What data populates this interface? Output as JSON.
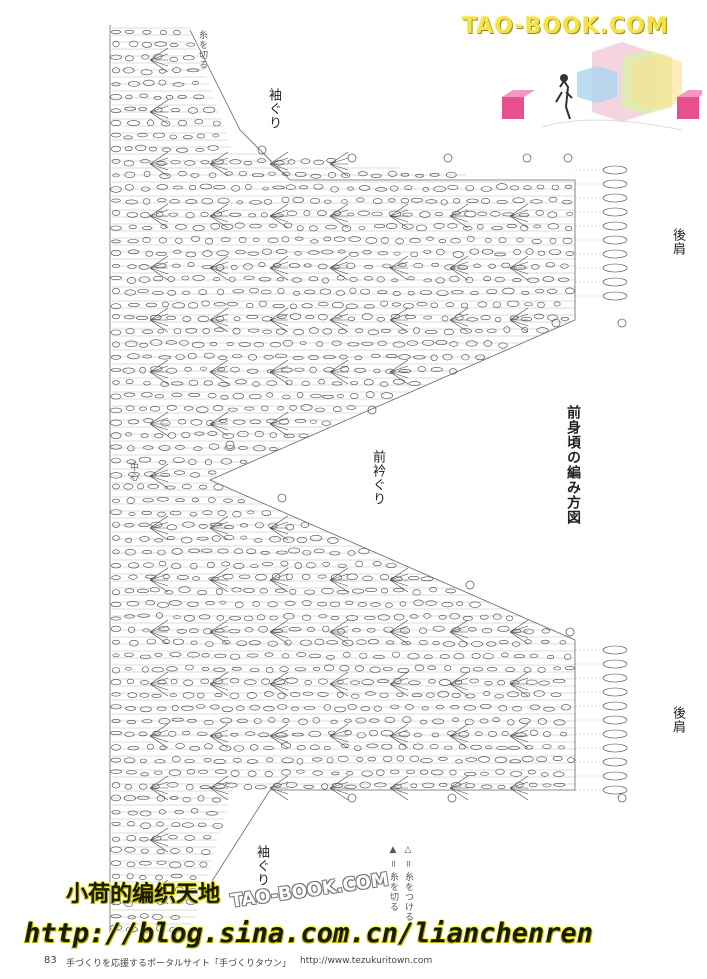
{
  "diagram": {
    "main_title": "前身頃の編み方図",
    "sleeve_top": "袖ぐり",
    "sleeve_bottom": "袖ぐり",
    "neckline": "前衿ぐり",
    "back_shoulder_top": "後肩",
    "back_shoulder_bottom": "後肩",
    "center": "中心",
    "side_note": "糸を切る",
    "legend_1": "△ = 糸をつける",
    "legend_2": "▲ = 糸を切る"
  },
  "header": {
    "logo": "TAO-BOOK.COM"
  },
  "watermark": {
    "logo": "TAO-BOOK.COM"
  },
  "overlay": {
    "blog_title": "小荷的编织天地",
    "blog_url": "http://blog.sina.com.cn/lianchenren"
  },
  "footer": {
    "page_number": "83",
    "tagline": "手づくりを応援するポータルサイト「手づくりタウン」",
    "url": "http://www.tezukuritown.com"
  }
}
